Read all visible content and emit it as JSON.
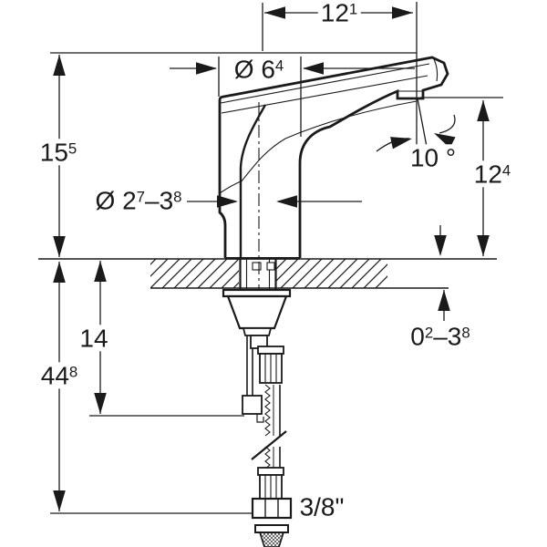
{
  "drawing": {
    "kind": "faucet-installation-dimension-drawing",
    "colors": {
      "line": "#1a1a1a",
      "background": "#ffffff"
    },
    "dimensions": {
      "spout_projection": {
        "segments": [
          [
            "12",
            false
          ],
          [
            "1",
            true
          ]
        ]
      },
      "spout_top_diameter": {
        "segments": [
          [
            "Ø 6",
            false
          ],
          [
            "4",
            true
          ]
        ]
      },
      "height_above_deck": {
        "segments": [
          [
            "15",
            false
          ],
          [
            "5",
            true
          ]
        ]
      },
      "mounting_hole_diameter": {
        "segments": [
          [
            "Ø 2",
            false
          ],
          [
            "7",
            true
          ],
          [
            "–3",
            false
          ],
          [
            "8",
            true
          ]
        ]
      },
      "outlet_angle": {
        "segments": [
          [
            "10 °",
            false
          ]
        ]
      },
      "outlet_height": {
        "segments": [
          [
            "12",
            false
          ],
          [
            "4",
            true
          ]
        ]
      },
      "deck_thickness": {
        "segments": [
          [
            "0",
            false
          ],
          [
            "2",
            true
          ],
          [
            "–3",
            false
          ],
          [
            "8",
            true
          ]
        ]
      },
      "rod_length_below_deck": {
        "segments": [
          [
            "14",
            false
          ]
        ]
      },
      "total_depth_below_deck": {
        "segments": [
          [
            "44",
            false
          ],
          [
            "8",
            true
          ]
        ]
      },
      "connection_size": {
        "segments": [
          [
            "3/8\"",
            false
          ]
        ]
      }
    }
  }
}
